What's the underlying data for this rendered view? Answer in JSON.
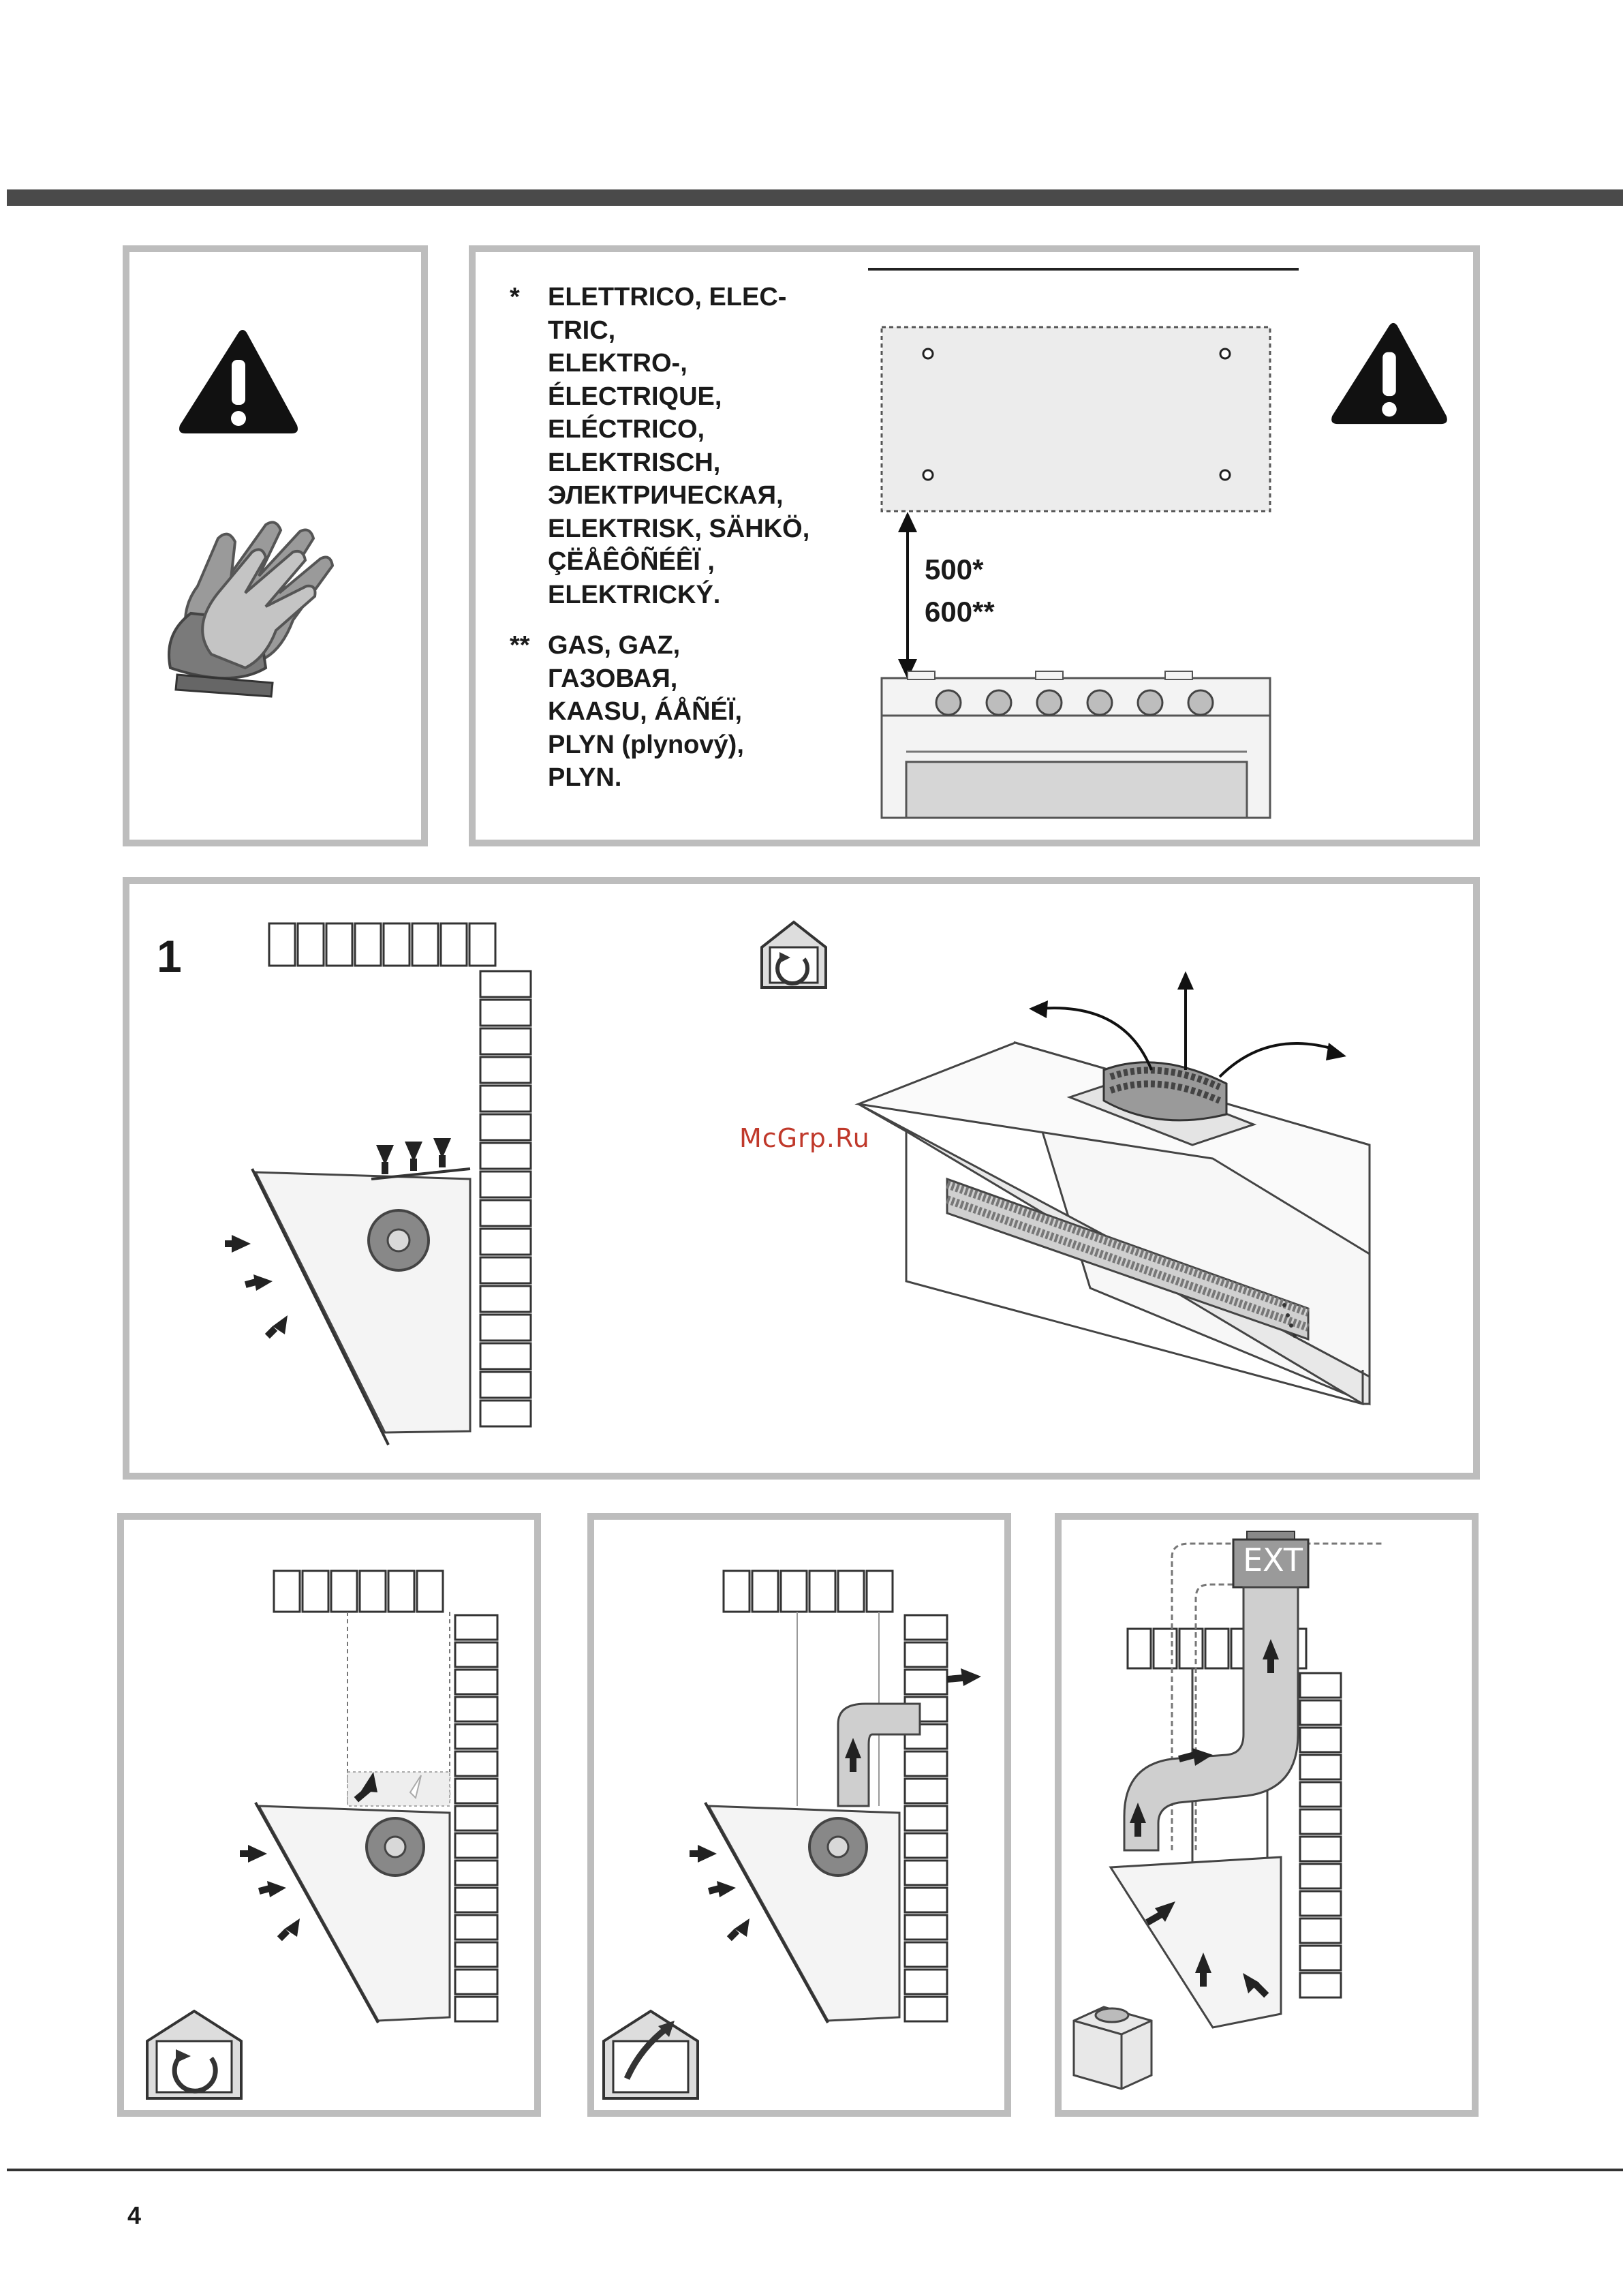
{
  "electric_note": {
    "marker": "*",
    "text": "ELETTRICO, ELEC-\nTRIC,\nELEKTRO-,\nÉLECTRIQUE,\nELÉCTRICO,\nELEKTRISCH,\nЭЛЕКТРИЧЕСКАЯ,\nELEKTRISK, SÄHKÖ,\nÇËÅÊÔÑÉÊÏ     ,\nELEKTRICKÝ."
  },
  "gas_note": {
    "marker": "**",
    "text": "GAS, GAZ,\nГАЗОВАЯ,\nKAASU, ÁÅÑÉÏ,\nPLYN (plynový),\nPLYN."
  },
  "dimensions": {
    "electric": "500*",
    "gas": "600**"
  },
  "figure_1": {
    "number": "1",
    "watermark": "McGrp.Ru"
  },
  "exit_label": "EXT",
  "page_number": "4",
  "colors": {
    "panel_border": "#bdbdbd",
    "rule": "#4a4a4a",
    "motor": "#888888",
    "watermark": "#c0392b"
  },
  "icons": [
    "warning-triangle-icon",
    "protective-gloves-icon",
    "recirculation-house-icon",
    "extraction-house-icon"
  ]
}
